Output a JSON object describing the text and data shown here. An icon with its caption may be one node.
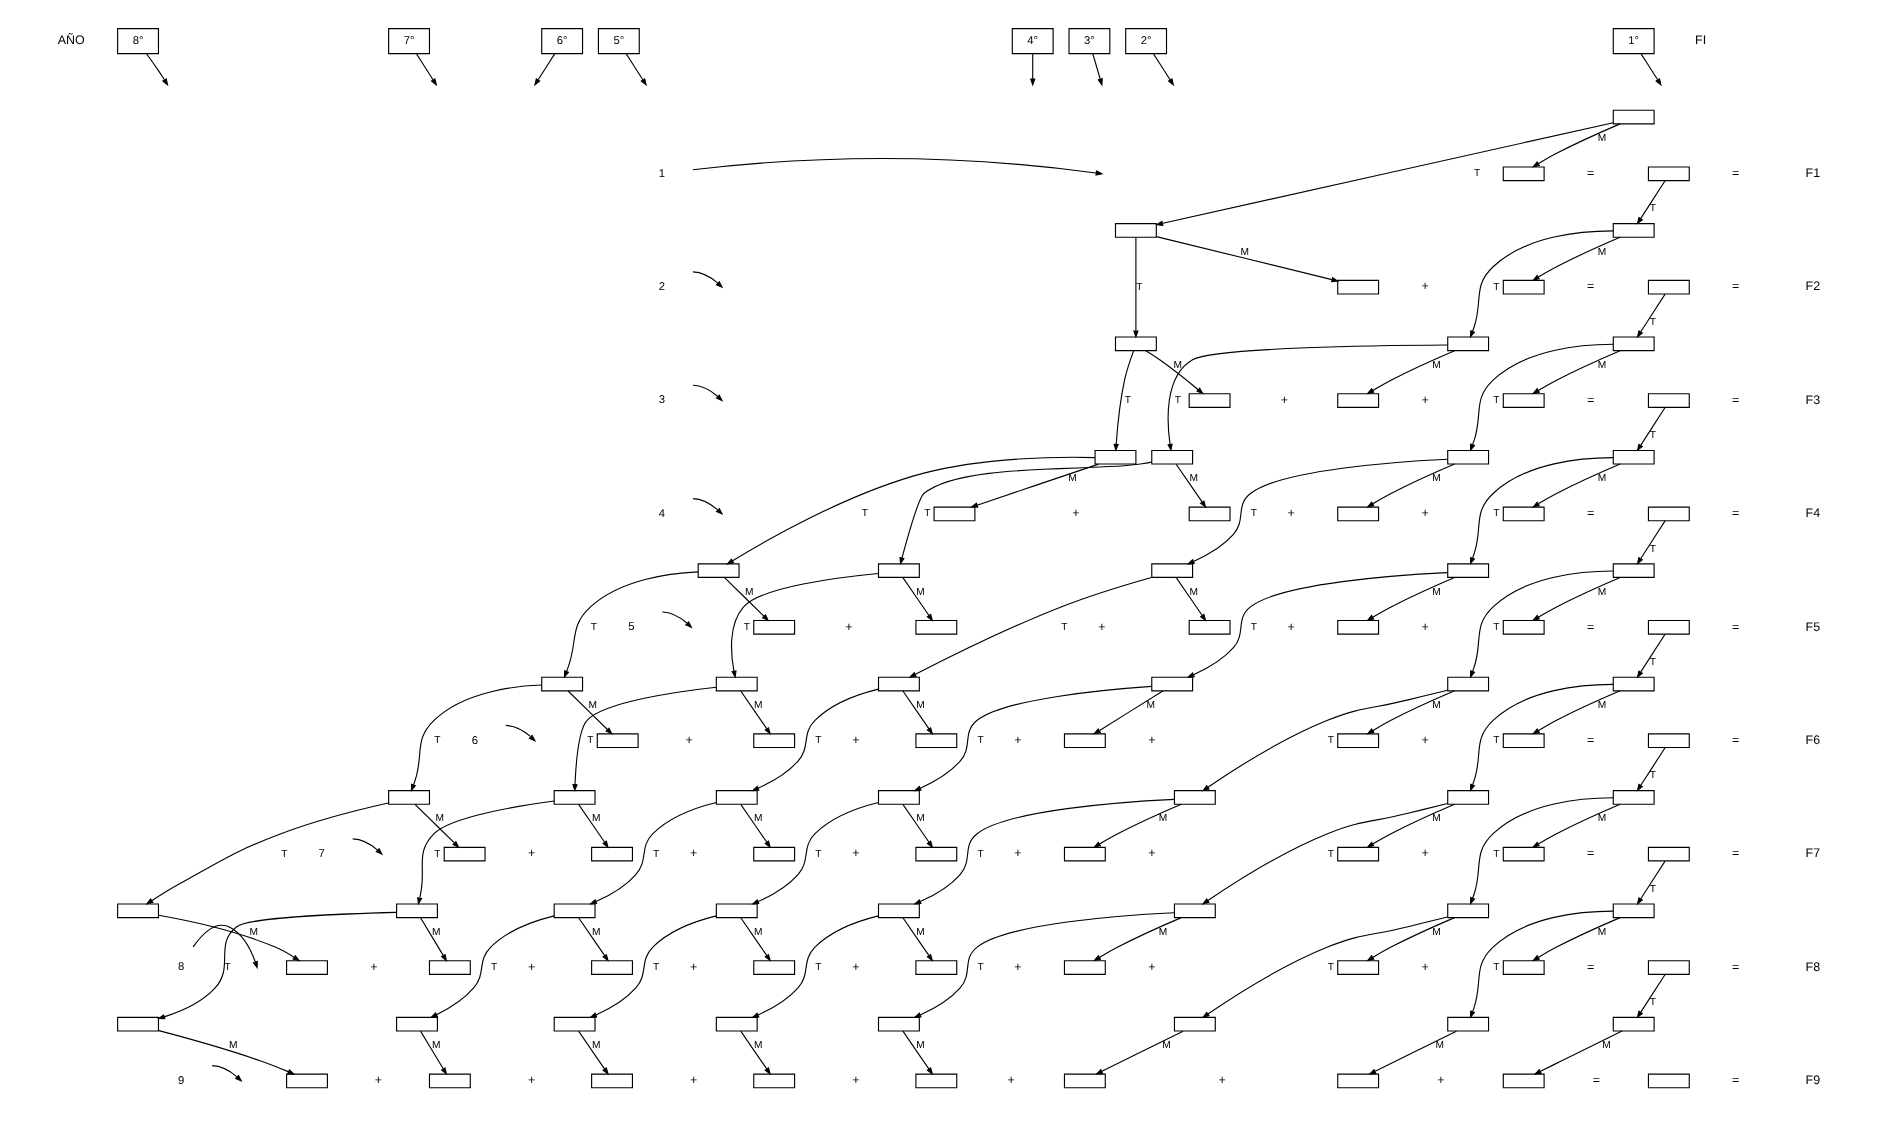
{
  "diagram": {
    "nodes": [
      {
        "text": [
          "8°"
        ]
      },
      {
        "text": [
          "7°"
        ]
      },
      {
        "text": [
          "6°"
        ]
      },
      {
        "text": [
          "5°"
        ]
      },
      {
        "text": [
          "4°"
        ]
      },
      {
        "text": [
          "3°"
        ]
      },
      {
        "text": [
          "2°"
        ]
      },
      {
        "text": [
          "1°"
        ]
      },
      {
        "text": [
          "1"
        ]
      },
      {
        "text": [],
        "shape": "box"
      },
      {
        "text": [],
        "shape": "box"
      },
      {
        "text": [],
        "shape": "box"
      },
      {
        "text": [
          "2"
        ]
      },
      {
        "text": [],
        "shape": "box"
      },
      {
        "text": [],
        "shape": "box"
      },
      {
        "text": [],
        "shape": "box"
      },
      {
        "text": [],
        "shape": "box"
      },
      {
        "text": [],
        "shape": "box"
      },
      {
        "text": [
          "3"
        ]
      },
      {
        "text": [],
        "shape": "box"
      },
      {
        "text": [],
        "shape": "box"
      },
      {
        "text": [],
        "shape": "box"
      },
      {
        "text": [],
        "shape": "box"
      },
      {
        "text": [],
        "shape": "box"
      },
      {
        "text": [],
        "shape": "box"
      },
      {
        "text": [],
        "shape": "box"
      },
      {
        "text": [
          "4"
        ]
      },
      {
        "text": [],
        "shape": "box"
      },
      {
        "text": [],
        "shape": "box"
      },
      {
        "text": [],
        "shape": "box"
      },
      {
        "text": [],
        "shape": "box"
      },
      {
        "text": [],
        "shape": "box"
      },
      {
        "text": [],
        "shape": "box"
      },
      {
        "text": [],
        "shape": "box"
      },
      {
        "text": [],
        "shape": "box"
      },
      {
        "text": [],
        "shape": "box"
      },
      {
        "text": [
          "5"
        ]
      },
      {
        "text": [],
        "shape": "box"
      },
      {
        "text": [],
        "shape": "box"
      },
      {
        "text": [],
        "shape": "box"
      },
      {
        "text": [],
        "shape": "box"
      },
      {
        "text": [],
        "shape": "box"
      },
      {
        "text": [],
        "shape": "box"
      },
      {
        "text": [],
        "shape": "box"
      },
      {
        "text": [],
        "shape": "box"
      },
      {
        "text": [],
        "shape": "box"
      },
      {
        "text": [],
        "shape": "box"
      },
      {
        "text": [],
        "shape": "box"
      },
      {
        "text": [
          "6"
        ]
      },
      {
        "text": [],
        "shape": "box"
      },
      {
        "text": [],
        "shape": "box"
      },
      {
        "text": [],
        "shape": "box"
      },
      {
        "text": [],
        "shape": "box"
      },
      {
        "text": [],
        "shape": "box"
      },
      {
        "text": [],
        "shape": "box"
      },
      {
        "text": [],
        "shape": "box"
      },
      {
        "text": [],
        "shape": "box"
      },
      {
        "text": [],
        "shape": "box"
      },
      {
        "text": [],
        "shape": "box"
      },
      {
        "text": [],
        "shape": "box"
      },
      {
        "text": [],
        "shape": "box"
      },
      {
        "text": [],
        "shape": "box"
      },
      {
        "text": [
          "7"
        ]
      },
      {
        "text": [],
        "shape": "box"
      },
      {
        "text": [],
        "shape": "box"
      },
      {
        "text": [],
        "shape": "box"
      },
      {
        "text": [],
        "shape": "box"
      },
      {
        "text": [],
        "shape": "box"
      },
      {
        "text": [],
        "shape": "box"
      },
      {
        "text": [],
        "shape": "box"
      },
      {
        "text": [],
        "shape": "box"
      },
      {
        "text": [],
        "shape": "box"
      },
      {
        "text": [],
        "shape": "box"
      },
      {
        "text": [],
        "shape": "box"
      },
      {
        "text": [],
        "shape": "box"
      },
      {
        "text": [],
        "shape": "box"
      },
      {
        "text": [],
        "shape": "box"
      },
      {
        "text": [],
        "shape": "box"
      },
      {
        "text": [
          "8"
        ]
      },
      {
        "text": [],
        "shape": "box"
      },
      {
        "text": [],
        "shape": "box"
      },
      {
        "text": [],
        "shape": "box"
      },
      {
        "text": [],
        "shape": "box"
      },
      {
        "text": [],
        "shape": "box"
      },
      {
        "text": [],
        "shape": "box"
      },
      {
        "text": [],
        "shape": "box"
      },
      {
        "text": [],
        "shape": "box"
      },
      {
        "text": [],
        "shape": "box"
      },
      {
        "text": [],
        "shape": "box"
      },
      {
        "text": [],
        "shape": "box"
      },
      {
        "text": [],
        "shape": "box"
      },
      {
        "text": [],
        "shape": "box"
      },
      {
        "text": [],
        "shape": "box"
      },
      {
        "text": [],
        "shape": "box"
      },
      {
        "text": [],
        "shape": "box"
      },
      {
        "text": [],
        "shape": "box"
      },
      {
        "text": [
          "9"
        ]
      },
      {
        "text": [],
        "shape": "box"
      },
      {
        "text": [],
        "shape": "box"
      },
      {
        "text": [],
        "shape": "box"
      },
      {
        "text": [],
        "shape": "box"
      },
      {
        "text": [],
        "shape": "box"
      },
      {
        "text": [],
        "shape": "box"
      },
      {
        "text": [],
        "shape": "box"
      },
      {
        "text": [],
        "shape": "box"
      },
      {
        "text": [],
        "shape": "box"
      },
      {
        "text": [],
        "shape": "box"
      },
      {
        "text": [],
        "shape": "box"
      },
      {
        "text": [],
        "shape": "box"
      },
      {
        "text": [],
        "shape": "box"
      },
      {
        "text": [],
        "shape": "box"
      },
      {
        "text": [],
        "shape": "box"
      },
      {
        "text": [],
        "shape": "box"
      },
      {
        "text": [],
        "shape": "box"
      }
    ],
    "edges": [
      {
        "from": 0,
        "to": null,
        "arrow": "to"
      },
      {
        "from": 1,
        "to": null,
        "arrow": "to"
      },
      {
        "from": 2,
        "to": null,
        "arrow": "to"
      },
      {
        "from": 3,
        "to": null,
        "arrow": "to"
      },
      {
        "from": 4,
        "to": null,
        "arrow": "to"
      },
      {
        "from": 5,
        "to": null,
        "arrow": "to"
      },
      {
        "from": 6,
        "to": null,
        "arrow": "to"
      },
      {
        "from": 7,
        "to": null,
        "arrow": "to"
      },
      {
        "from": 8,
        "to": null,
        "arrow": "to"
      },
      {
        "from": 12,
        "to": null,
        "arrow": "to"
      },
      {
        "from": 18,
        "to": null,
        "arrow": "to"
      },
      {
        "from": 26,
        "to": null,
        "arrow": "to"
      },
      {
        "from": 36,
        "to": null,
        "arrow": "to"
      },
      {
        "from": 48,
        "to": null,
        "arrow": "to"
      },
      {
        "from": 62,
        "to": null,
        "arrow": "to"
      },
      {
        "from": 78,
        "to": null,
        "arrow": "to"
      },
      {
        "from": 96,
        "to": null,
        "arrow": "to"
      },
      {
        "from": 9,
        "to": 10,
        "arrow": "to",
        "label": "M"
      },
      {
        "from": 9,
        "to": 13,
        "arrow": "to",
        "label": "T"
      },
      {
        "from": 11,
        "to": 14,
        "arrow": "to",
        "label": "T"
      },
      {
        "from": 13,
        "to": 15,
        "arrow": "to",
        "label": "M"
      },
      {
        "from": 14,
        "to": 16,
        "arrow": "to",
        "label": "M"
      },
      {
        "from": 13,
        "to": 19,
        "arrow": "to",
        "label": "T"
      },
      {
        "from": 14,
        "to": 20,
        "arrow": "to",
        "label": "T"
      },
      {
        "from": 17,
        "to": 21,
        "arrow": "to",
        "label": "T"
      },
      {
        "from": 19,
        "to": 22,
        "arrow": "to",
        "label": "M"
      },
      {
        "from": 20,
        "to": 23,
        "arrow": "to",
        "label": "M"
      },
      {
        "from": 21,
        "to": 24,
        "arrow": "to",
        "label": "M"
      },
      {
        "from": 19,
        "to": 27,
        "arrow": "to",
        "label": "T"
      },
      {
        "from": 20,
        "to": 28,
        "arrow": "to",
        "label": "T"
      },
      {
        "from": 21,
        "to": 29,
        "arrow": "to",
        "label": "T"
      },
      {
        "from": 25,
        "to": 30,
        "arrow": "to",
        "label": "T"
      },
      {
        "from": 27,
        "to": 31,
        "arrow": "to",
        "label": "M"
      },
      {
        "from": 28,
        "to": 32,
        "arrow": "to",
        "label": "M"
      },
      {
        "from": 29,
        "to": 33,
        "arrow": "to",
        "label": "M"
      },
      {
        "from": 30,
        "to": 34,
        "arrow": "to",
        "label": "M"
      },
      {
        "from": 27,
        "to": 37,
        "arrow": "to",
        "label": "T"
      },
      {
        "from": 28,
        "to": 38,
        "arrow": "to",
        "label": "T"
      },
      {
        "from": 29,
        "to": 39,
        "arrow": "to",
        "label": "T"
      },
      {
        "from": 30,
        "to": 40,
        "arrow": "to",
        "label": "T"
      },
      {
        "from": 35,
        "to": 41,
        "arrow": "to",
        "label": "T"
      },
      {
        "from": 37,
        "to": 42,
        "arrow": "to",
        "label": "M"
      },
      {
        "from": 38,
        "to": 43,
        "arrow": "to",
        "label": "M"
      },
      {
        "from": 39,
        "to": 44,
        "arrow": "to",
        "label": "M"
      },
      {
        "from": 40,
        "to": 45,
        "arrow": "to",
        "label": "M"
      },
      {
        "from": 41,
        "to": 46,
        "arrow": "to",
        "label": "M"
      },
      {
        "from": 37,
        "to": 49,
        "arrow": "to",
        "label": "T"
      },
      {
        "from": 38,
        "to": 50,
        "arrow": "to",
        "label": "T"
      },
      {
        "from": 39,
        "to": 51,
        "arrow": "to",
        "label": "T"
      },
      {
        "from": 40,
        "to": 52,
        "arrow": "to",
        "label": "T"
      },
      {
        "from": 41,
        "to": 53,
        "arrow": "to",
        "label": "T"
      },
      {
        "from": 47,
        "to": 54,
        "arrow": "to",
        "label": "T"
      },
      {
        "from": 49,
        "to": 55,
        "arrow": "to",
        "label": "M"
      },
      {
        "from": 50,
        "to": 56,
        "arrow": "to",
        "label": "M"
      },
      {
        "from": 51,
        "to": 57,
        "arrow": "to",
        "label": "M"
      },
      {
        "from": 52,
        "to": 58,
        "arrow": "to",
        "label": "M"
      },
      {
        "from": 53,
        "to": 59,
        "arrow": "to",
        "label": "M"
      },
      {
        "from": 54,
        "to": 60,
        "arrow": "to",
        "label": "M"
      },
      {
        "from": 49,
        "to": 63,
        "arrow": "to",
        "label": "T"
      },
      {
        "from": 50,
        "to": 64,
        "arrow": "to",
        "label": "T"
      },
      {
        "from": 51,
        "to": 65,
        "arrow": "to",
        "label": "T"
      },
      {
        "from": 52,
        "to": 66,
        "arrow": "to",
        "label": "T"
      },
      {
        "from": 53,
        "to": 67,
        "arrow": "to",
        "label": "T"
      },
      {
        "from": 54,
        "to": 68,
        "arrow": "to",
        "label": "T"
      },
      {
        "from": 61,
        "to": 69,
        "arrow": "to",
        "label": "T"
      },
      {
        "from": 63,
        "to": 70,
        "arrow": "to",
        "label": "M"
      },
      {
        "from": 64,
        "to": 71,
        "arrow": "to",
        "label": "M"
      },
      {
        "from": 65,
        "to": 72,
        "arrow": "to",
        "label": "M"
      },
      {
        "from": 66,
        "to": 73,
        "arrow": "to",
        "label": "M"
      },
      {
        "from": 67,
        "to": 74,
        "arrow": "to",
        "label": "M"
      },
      {
        "from": 68,
        "to": 75,
        "arrow": "to",
        "label": "M"
      },
      {
        "from": 69,
        "to": 76,
        "arrow": "to",
        "label": "M"
      },
      {
        "from": 63,
        "to": 79,
        "arrow": "to",
        "label": "T"
      },
      {
        "from": 64,
        "to": 80,
        "arrow": "to",
        "label": "T"
      },
      {
        "from": 65,
        "to": 81,
        "arrow": "to",
        "label": "T"
      },
      {
        "from": 66,
        "to": 82,
        "arrow": "to",
        "label": "T"
      },
      {
        "from": 67,
        "to": 83,
        "arrow": "to",
        "label": "T"
      },
      {
        "from": 68,
        "to": 84,
        "arrow": "to",
        "label": "T"
      },
      {
        "from": 69,
        "to": 85,
        "arrow": "to",
        "label": "T"
      },
      {
        "from": 77,
        "to": 86,
        "arrow": "to",
        "label": "T"
      },
      {
        "from": 79,
        "to": 87,
        "arrow": "to",
        "label": "M"
      },
      {
        "from": 80,
        "to": 88,
        "arrow": "to",
        "label": "M"
      },
      {
        "from": 81,
        "to": 89,
        "arrow": "to",
        "label": "M"
      },
      {
        "from": 82,
        "to": 90,
        "arrow": "to",
        "label": "M"
      },
      {
        "from": 83,
        "to": 91,
        "arrow": "to",
        "label": "M"
      },
      {
        "from": 84,
        "to": 92,
        "arrow": "to",
        "label": "M"
      },
      {
        "from": 85,
        "to": 93,
        "arrow": "to",
        "label": "M"
      },
      {
        "from": 86,
        "to": 94,
        "arrow": "to",
        "label": "M"
      },
      {
        "from": 80,
        "to": 97,
        "arrow": "to",
        "label": "T"
      },
      {
        "from": 81,
        "to": 98,
        "arrow": "to",
        "label": "T"
      },
      {
        "from": 82,
        "to": 99,
        "arrow": "to",
        "label": "T"
      },
      {
        "from": 83,
        "to": 100,
        "arrow": "to",
        "label": "T"
      },
      {
        "from": 84,
        "to": 101,
        "arrow": "to",
        "label": "T"
      },
      {
        "from": 85,
        "to": 102,
        "arrow": "to",
        "label": "T"
      },
      {
        "from": 86,
        "to": 103,
        "arrow": "to",
        "label": "T"
      },
      {
        "from": 95,
        "to": 104,
        "arrow": "to",
        "label": "T"
      },
      {
        "from": 97,
        "to": 105,
        "arrow": "to",
        "label": "M"
      },
      {
        "from": 98,
        "to": 106,
        "arrow": "to",
        "label": "M"
      },
      {
        "from": 99,
        "to": 107,
        "arrow": "to",
        "label": "M"
      },
      {
        "from": 100,
        "to": 108,
        "arrow": "to",
        "label": "M"
      },
      {
        "from": 101,
        "to": 109,
        "arrow": "to",
        "label": "M"
      },
      {
        "from": 102,
        "to": 110,
        "arrow": "to",
        "label": "M"
      },
      {
        "from": 103,
        "to": 111,
        "arrow": "to",
        "label": "M"
      },
      {
        "from": 104,
        "to": 112,
        "arrow": "to",
        "label": "M"
      }
    ],
    "labels": [
      "AÑO",
      "FI",
      "=",
      "=",
      "F1",
      "+",
      "=",
      "=",
      "F2",
      "+",
      "+",
      "=",
      "=",
      "F3",
      "+",
      "+",
      "+",
      "=",
      "=",
      "F4",
      "+",
      "+",
      "+",
      "+",
      "=",
      "=",
      "F5",
      "+",
      "+",
      "+",
      "+",
      "+",
      "=",
      "=",
      "F6",
      "+",
      "+",
      "+",
      "+",
      "+",
      "+",
      "=",
      "=",
      "F7",
      "+",
      "+",
      "+",
      "+",
      "+",
      "+",
      "+",
      "=",
      "=",
      "F8",
      "+",
      "+",
      "+",
      "+",
      "+",
      "+",
      "+",
      "=",
      "=",
      "F9"
    ]
  }
}
